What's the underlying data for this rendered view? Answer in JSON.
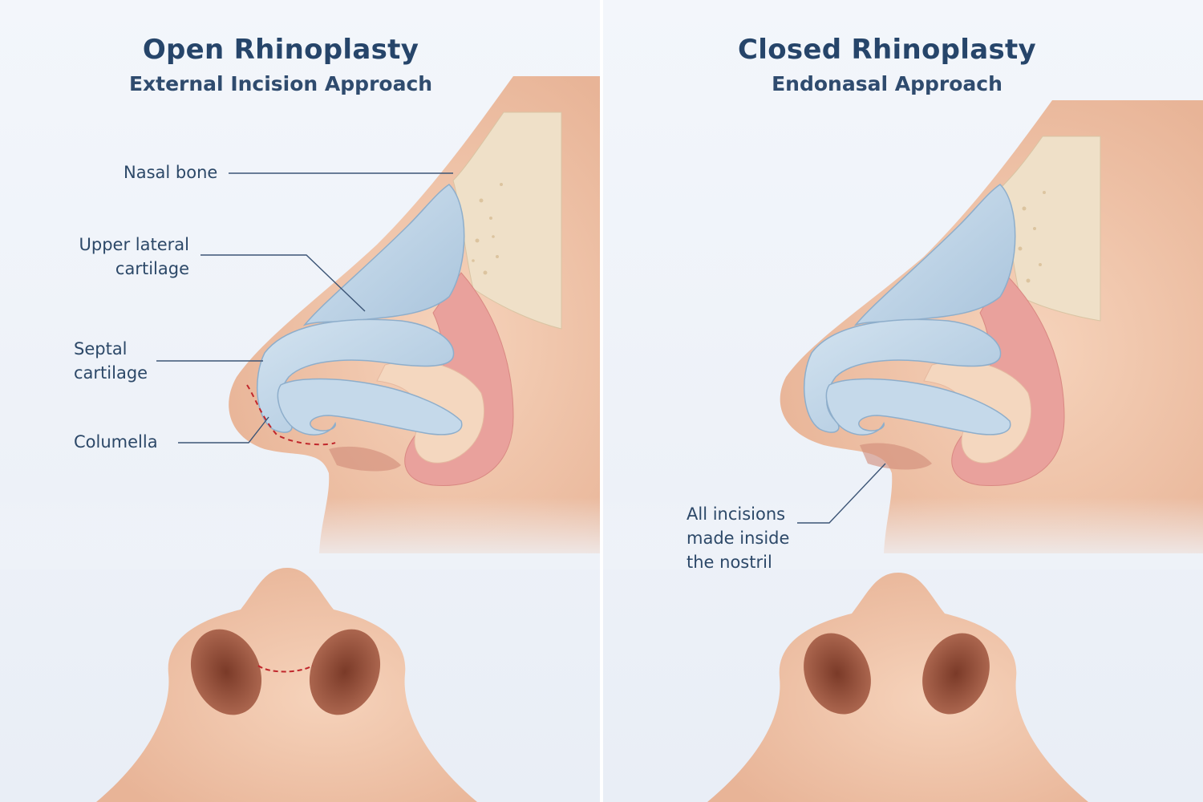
{
  "panels": [
    {
      "title": "Open Rhinoplasty",
      "subtitle": "External Incision Approach",
      "labels": {
        "nasal_bone": "Nasal bone",
        "upper_lateral_1": "Upper lateral",
        "upper_lateral_2": "cartilage",
        "septal_1": "Septal",
        "septal_2": "cartilage",
        "columella": "Columella"
      },
      "incision_color": "#c0262b"
    },
    {
      "title": "Closed Rhinoplasty",
      "subtitle": "Endonasal Approach",
      "labels": {
        "incisions_1": "All incisions",
        "incisions_2": "made inside",
        "incisions_3": "the nostril"
      }
    }
  ],
  "colors": {
    "skin": "#f2c9ad",
    "skin_dark": "#e2a98a",
    "cartilage": "#bcd3e6",
    "cartilage_edge": "#8eaecb",
    "mucosa": "#e9a19c",
    "bone": "#efe0c8",
    "title": "#26456a"
  }
}
